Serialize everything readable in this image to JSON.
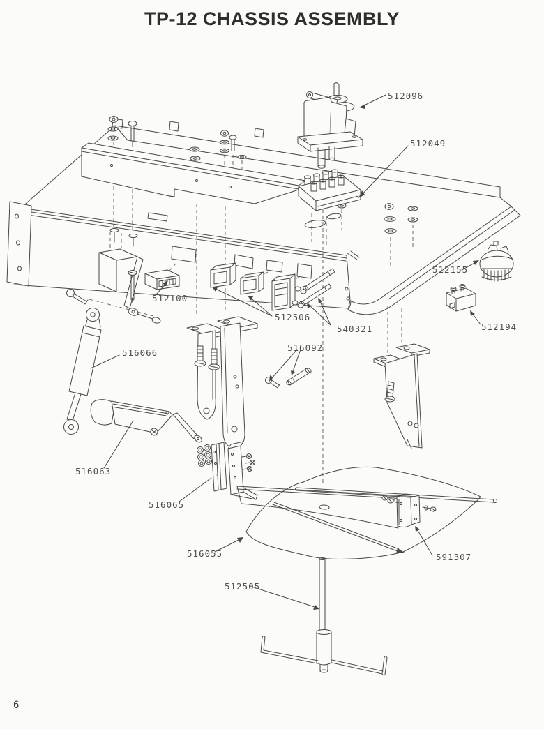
{
  "page": {
    "title": "TP-12 CHASSIS ASSEMBLY",
    "page_number": "6",
    "background_color": "#fbfbf8",
    "line_color": "#474747",
    "label_color": "#4f4f4f",
    "title_color": "#2e2e2e"
  },
  "diagram": {
    "type": "exploded-parts-diagram",
    "parts": [
      {
        "number": "512096"
      },
      {
        "number": "512049"
      },
      {
        "number": "512155"
      },
      {
        "number": "512194"
      },
      {
        "number": "512100"
      },
      {
        "number": "512506"
      },
      {
        "number": "540321"
      },
      {
        "number": "516066"
      },
      {
        "number": "516092"
      },
      {
        "number": "516063"
      },
      {
        "number": "516065"
      },
      {
        "number": "516055"
      },
      {
        "number": "591307"
      },
      {
        "number": "512505"
      }
    ]
  }
}
